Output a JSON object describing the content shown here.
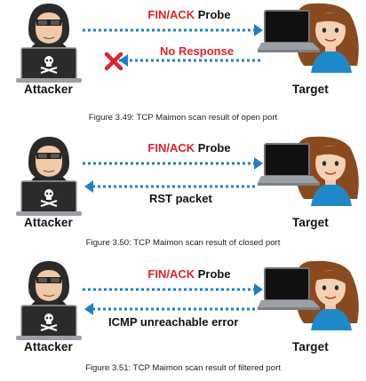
{
  "panels": [
    {
      "attacker_label": "Attacker",
      "target_label": "Target",
      "probe": {
        "flags": "FIN/ACK",
        "word": "Probe"
      },
      "reply": {
        "text": "No Response",
        "color": "#e0222a",
        "blocked": true
      },
      "caption": "Figure 3.49: TCP Maimon scan result of open port"
    },
    {
      "attacker_label": "Attacker",
      "target_label": "Target",
      "probe": {
        "flags": "FIN/ACK",
        "word": "Probe"
      },
      "reply": {
        "text": "RST packet",
        "color": "#111111",
        "blocked": false
      },
      "caption": "Figure 3.50: TCP Maimon scan result of closed port"
    },
    {
      "attacker_label": "Attacker",
      "target_label": "Target",
      "probe": {
        "flags": "FIN/ACK",
        "word": "Probe"
      },
      "reply": {
        "text": "ICMP unreachable error",
        "color": "#111111",
        "blocked": false
      },
      "caption": "Figure 3.51: TCP Maimon scan result of filtered port"
    }
  ],
  "colors": {
    "arrow": "#1c7fc9",
    "flag_red": "#e0222a",
    "cross_red": "#e0222a"
  },
  "icons": {
    "attacker": "hooded-hacker-with-laptop-icon",
    "target": "woman-with-laptop-icon",
    "blocked": "red-x-icon"
  }
}
